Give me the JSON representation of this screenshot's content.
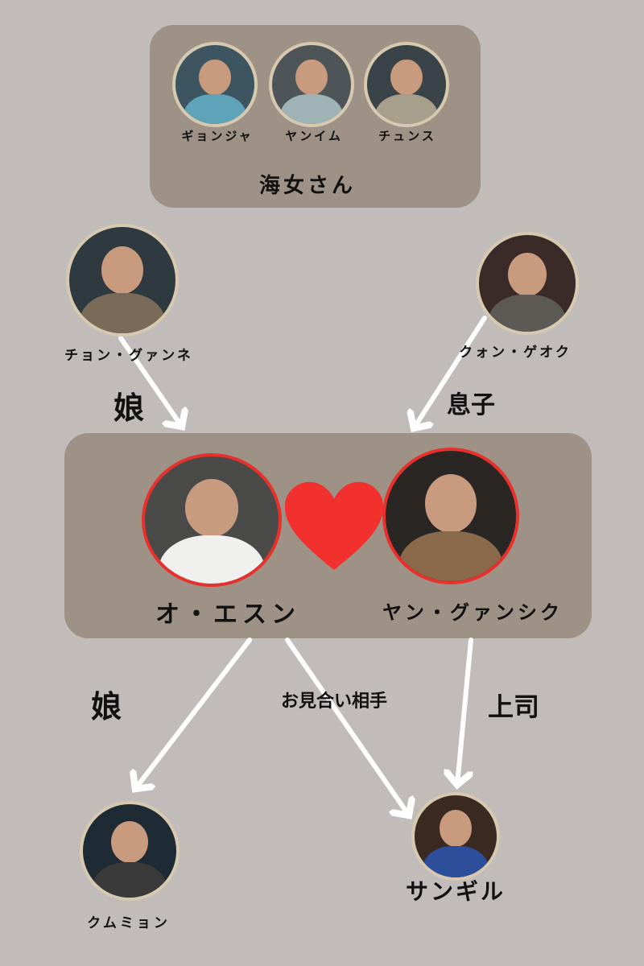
{
  "top_group": {
    "title": "海女さん",
    "members": [
      {
        "name": "ギョンジャ"
      },
      {
        "name": "ヤンイム"
      },
      {
        "name": "チュンス"
      }
    ]
  },
  "parents": {
    "left": {
      "name": "チョン・グァンネ"
    },
    "right": {
      "name": "クォン・ゲオク"
    }
  },
  "couple": {
    "left": {
      "name": "オ・エスン"
    },
    "right": {
      "name": "ヤン・グァンシク"
    }
  },
  "children": {
    "left": {
      "name": "クムミョン"
    },
    "right": {
      "name": "サンギル"
    }
  },
  "relations": {
    "gwanne_to_aesun": "娘",
    "gyeok_to_gwansik": "息子",
    "aesun_to_kummyeong": "娘",
    "kummyeong_to_sangil": "お見合い相手",
    "gwansik_to_sangil": "上司"
  },
  "colors": {
    "background": "#c1bcba",
    "box": "#9e9286",
    "ring": "#d6c9b0",
    "heart": "#f2302e",
    "arrow": "#ffffff"
  }
}
